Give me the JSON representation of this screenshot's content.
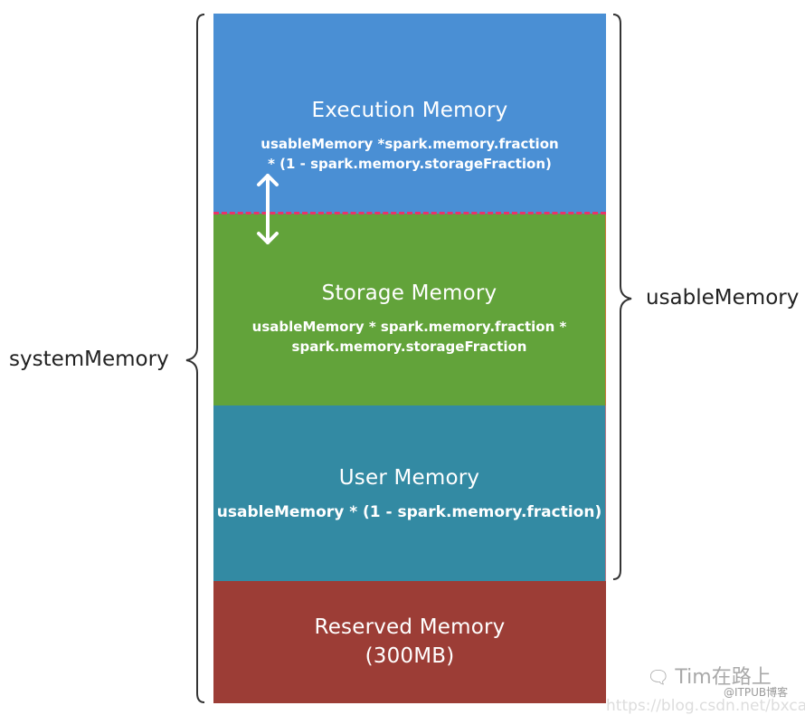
{
  "diagram": {
    "blocks": [
      {
        "id": "execution",
        "title": "Execution Memory",
        "formula_line1": "usableMemory *spark.memory.fraction",
        "formula_line2": "* (1 - spark.memory.storageFraction)",
        "color": "#4a8fd4"
      },
      {
        "id": "storage",
        "title": "Storage Memory",
        "formula_line1": "usableMemory * spark.memory.fraction *",
        "formula_line2": "spark.memory.storageFraction",
        "color": "#62a33a"
      },
      {
        "id": "user",
        "title": "User Memory",
        "formula_line1": "usableMemory * (1 - spark.memory.fraction)",
        "color": "#338aa3"
      },
      {
        "id": "reserved",
        "title_line1": "Reserved Memory",
        "title_line2": "(300MB)",
        "color": "#9c3d36"
      }
    ],
    "divider": {
      "style": "dashed",
      "color": "#e8336b",
      "meaning": "movable boundary between execution and storage"
    },
    "arrow": {
      "type": "double-headed-vertical",
      "color": "#ffffff"
    },
    "labels": {
      "system": "systemMemory",
      "usable": "usableMemory"
    }
  },
  "watermark": {
    "name": "Tim在路上",
    "source": "@ITPUB博客",
    "url": "https://blog.csdn.net/bxcaiw"
  }
}
